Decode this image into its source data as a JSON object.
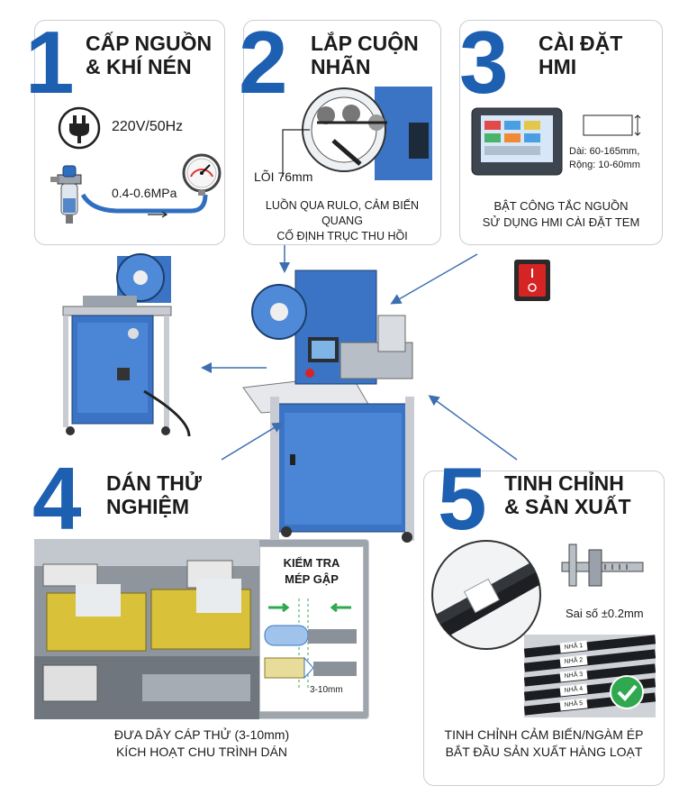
{
  "colors": {
    "accent": "#1d5fb0",
    "machine_blue": "#3b74c4",
    "steel": "#c8ccd2",
    "switch_red": "#d62424",
    "check_green": "#2fa84f",
    "pcb_yellow": "#d9c23a"
  },
  "step1": {
    "number": "1",
    "title": "CẤP NGUỒN\n& KHÍ NÉN",
    "voltage": "220V/50Hz",
    "pressure": "0.4-0.6MPa",
    "icons": [
      "power-plug-icon",
      "air-filter-regulator-icon",
      "pressure-gauge-icon"
    ]
  },
  "step2": {
    "number": "2",
    "title": "LẮP CUỘN\nNHÃN",
    "core_label": "LÕI 76mm",
    "caption": "LUỒN QUA RULO, CẢM BIẾN QUANG\nCỐ ĐỊNH TRỤC THU HỒI"
  },
  "step3": {
    "number": "3",
    "title": "CÀI ĐẶT\nHMI",
    "dim_length": "Dài: 60-165mm,",
    "dim_width": "Rộng: 10-60mm",
    "caption": "BẬT CÔNG TẮC NGUỒN\nSỬ DỤNG HMI CÀI ĐẶT TEM",
    "icons": [
      "hmi-screen-icon",
      "power-switch-icon"
    ]
  },
  "step4": {
    "number": "4",
    "title": "DÁN THỬ\nNGHIỆM",
    "inspect_label": "KIỂM TRA\nMÉP GẬP",
    "range_label": "3-10mm",
    "caption": "ĐƯA DÂY CÁP THỬ (3-10mm)\nKÍCH HOẠT CHU TRÌNH DÁN"
  },
  "step5": {
    "number": "5",
    "title": "TINH CHỈNH\n& SẢN XUẤT",
    "tolerance": "Sai số ±0.2mm",
    "caption": "TINH CHỈNH CẢM BIẾN/NGÀM ÉP\nBẮT ĐẦU SẢN XUẤT HÀNG LOẠT",
    "cable_tags": [
      "NHÃ 1",
      "NHÃ 2",
      "NHÃ 3",
      "NHÃ 4",
      "NHÃ 5"
    ],
    "icons": [
      "caliper-icon",
      "check-circle-icon"
    ]
  }
}
